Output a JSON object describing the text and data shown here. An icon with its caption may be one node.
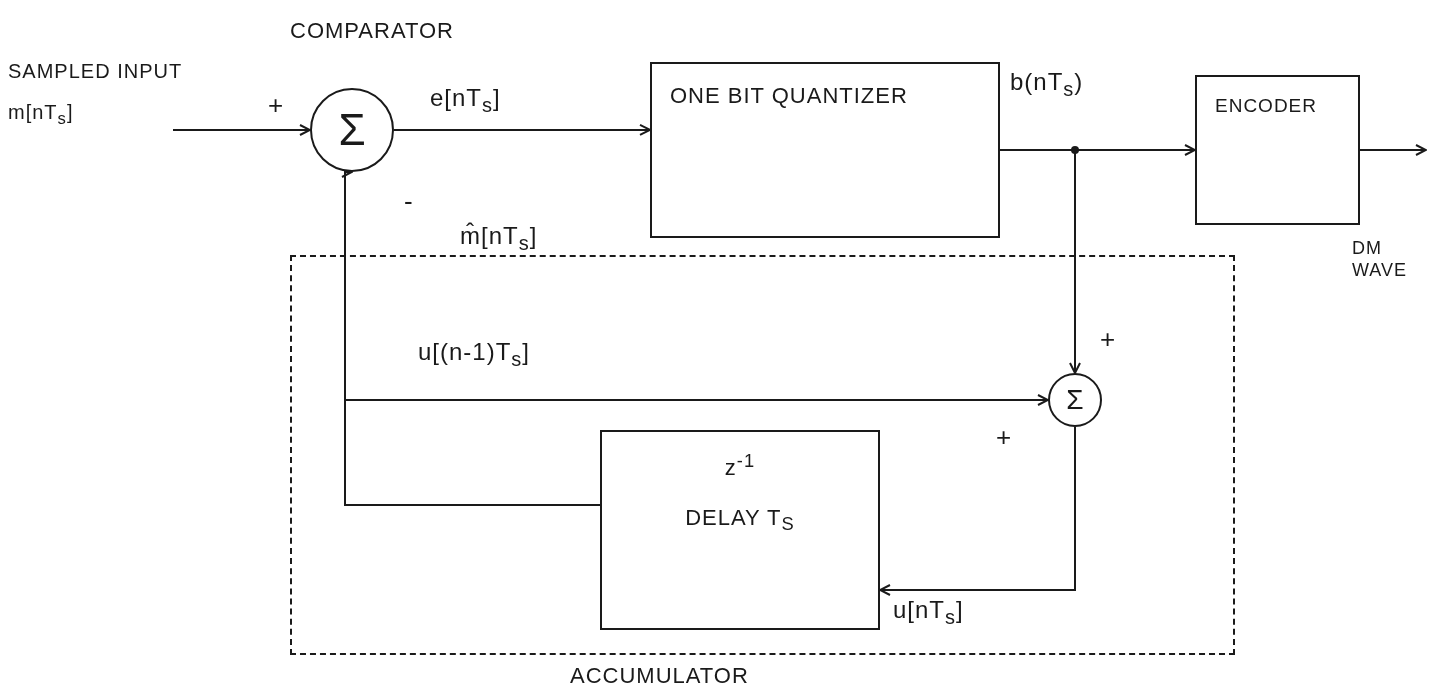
{
  "diagram": {
    "nodes": [
      {
        "text": [
          "Σ"
        ],
        "beside": [
          "COMPARATOR"
        ]
      },
      {
        "text": [
          "ONE BIT QUANTIZER"
        ]
      },
      {
        "text": [
          "ENCODER"
        ]
      },
      {
        "text": [
          "ACCUMULATOR"
        ]
      },
      {
        "text": [
          "Σ"
        ],
        "in": 3
      },
      {
        "text": [
          "z$^{-1}$",
          "DELAY T$_{S}$"
        ],
        "in": 3
      },
      {
        "text": [
          "SAMPLED INPUT",
          "m[nT$_{s}$]"
        ]
      }
    ],
    "edges": [
      {
        "from": 6,
        "to": 0,
        "arrow": "to"
      },
      {
        "from": 0,
        "to": 1,
        "arrow": "to",
        "label": "e[nT$_{s}$]"
      },
      {
        "from": 1,
        "to": 2,
        "arrow": "to",
        "label": "b(nT$_{s}$)"
      },
      {
        "from": 1,
        "to": 4,
        "arrow": "to"
      },
      {
        "from": 2,
        "to": null,
        "arrow": "to"
      },
      {
        "from": 4,
        "to": 5,
        "arrow": "to",
        "label": "u[nT$_{s}$]"
      },
      {
        "from": 5,
        "to": 0,
        "arrow": "to",
        "label": "m̂[nT$_{s}$]"
      },
      {
        "from": 5,
        "to": 4,
        "arrow": "to",
        "label": "u[(n-1)T$_{s}$]"
      }
    ],
    "labels": [
      "+",
      "-",
      "+",
      "+",
      "DM WAVE"
    ]
  }
}
